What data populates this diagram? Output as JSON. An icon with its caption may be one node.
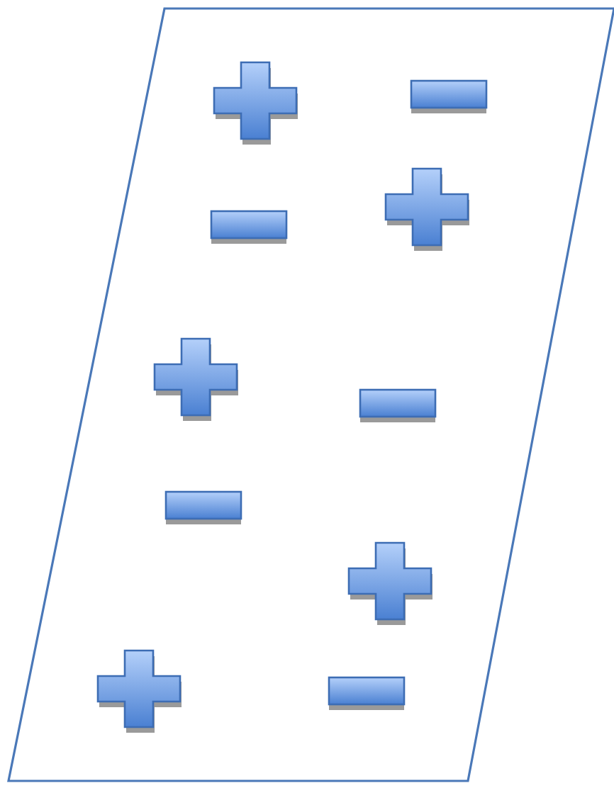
{
  "diagram": {
    "nodes": [
      {
        "text": [],
        "shape": "parallelogram"
      },
      {
        "text": [],
        "shape": "plus",
        "in": 0
      },
      {
        "text": [],
        "shape": "minus",
        "in": 0
      },
      {
        "text": [],
        "shape": "minus",
        "in": 0
      },
      {
        "text": [],
        "shape": "plus",
        "in": 0
      },
      {
        "text": [],
        "shape": "plus",
        "in": 0
      },
      {
        "text": [],
        "shape": "minus",
        "in": 0
      },
      {
        "text": [],
        "shape": "minus",
        "in": 0
      },
      {
        "text": [],
        "shape": "plus",
        "in": 0
      },
      {
        "text": [],
        "shape": "plus",
        "in": 0
      },
      {
        "text": [],
        "shape": "minus",
        "in": 0
      }
    ]
  }
}
